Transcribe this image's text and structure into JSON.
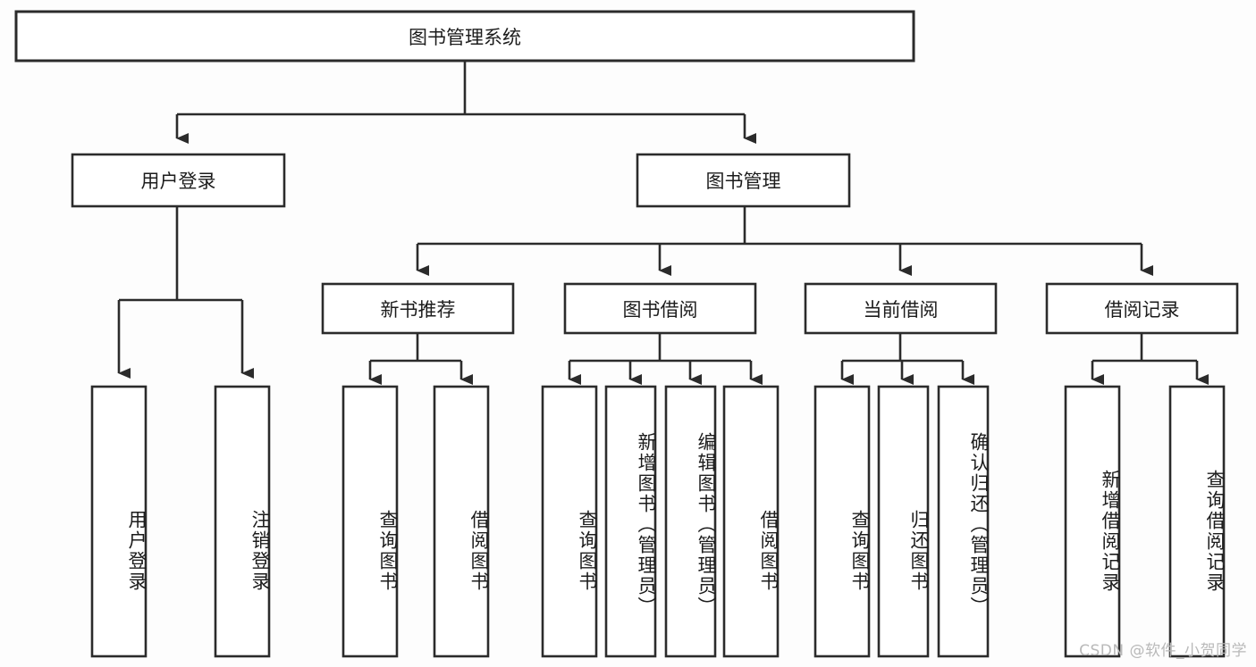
{
  "diagram": {
    "type": "tree-hierarchy",
    "title": "图书管理系统",
    "orientation": "top-down",
    "colors": {
      "background": "#fdfdfd",
      "node_fill": "#ffffff",
      "node_stroke": "#2b2b2b",
      "text": "#1c1c1c",
      "watermark": "#b9b9b9"
    },
    "root": {
      "id": "root",
      "label": "图书管理系统"
    },
    "level2": [
      {
        "id": "user-login",
        "label": "用户登录"
      },
      {
        "id": "book-manage",
        "label": "图书管理"
      }
    ],
    "level3": [
      {
        "id": "new-book-recommend",
        "label": "新书推荐",
        "parent": "book-manage"
      },
      {
        "id": "book-borrow",
        "label": "图书借阅",
        "parent": "book-manage"
      },
      {
        "id": "current-borrow",
        "label": "当前借阅",
        "parent": "book-manage"
      },
      {
        "id": "borrow-record",
        "label": "借阅记录",
        "parent": "book-manage"
      }
    ],
    "leaves": [
      {
        "id": "leaf-user-login",
        "label": "用户登录",
        "parent": "user-login"
      },
      {
        "id": "leaf-logout",
        "label": "注销登录",
        "parent": "user-login"
      },
      {
        "id": "leaf-query-book-1",
        "label": "查询图书",
        "parent": "new-book-recommend"
      },
      {
        "id": "leaf-borrow-book-1",
        "label": "借阅图书",
        "parent": "new-book-recommend"
      },
      {
        "id": "leaf-query-book-2",
        "label": "查询图书",
        "parent": "book-borrow"
      },
      {
        "id": "leaf-add-book",
        "label": "新增图书（管理员）",
        "parent": "book-borrow"
      },
      {
        "id": "leaf-edit-book",
        "label": "编辑图书（管理员）",
        "parent": "book-borrow"
      },
      {
        "id": "leaf-borrow-book-2",
        "label": "借阅图书",
        "parent": "book-borrow"
      },
      {
        "id": "leaf-query-book-3",
        "label": "查询图书",
        "parent": "current-borrow"
      },
      {
        "id": "leaf-return-book",
        "label": "归还图书",
        "parent": "current-borrow"
      },
      {
        "id": "leaf-confirm-return",
        "label": "确认归还（管理员）",
        "parent": "current-borrow"
      },
      {
        "id": "leaf-add-record",
        "label": "新增借阅记录",
        "parent": "borrow-record"
      },
      {
        "id": "leaf-query-record",
        "label": "查询借阅记录",
        "parent": "borrow-record"
      }
    ],
    "watermark": "CSDN @软件_小贺同学"
  }
}
